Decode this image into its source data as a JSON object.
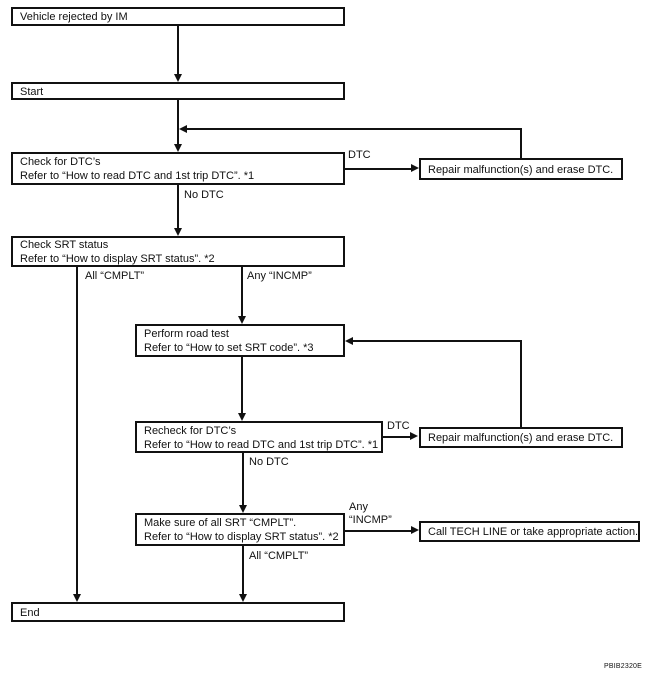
{
  "diagram": {
    "title_code": "PBIB2320E",
    "nodes": {
      "vehicle_rejected": {
        "line1": "Vehicle rejected by IM"
      },
      "start": {
        "line1": "Start"
      },
      "check_dtc": {
        "line1": "Check for DTC’s",
        "line2": "Refer to “How to read DTC and 1st trip DTC”. *1"
      },
      "repair1": {
        "line1": "Repair malfunction(s) and erase DTC."
      },
      "check_srt": {
        "line1": "Check SRT status",
        "line2": "Refer to “How to display SRT status”. *2"
      },
      "road_test": {
        "line1": "Perform road test",
        "line2": "Refer to “How to set SRT code”. *3"
      },
      "recheck_dtc": {
        "line1": "Recheck for DTC’s",
        "line2": "Refer to “How to read DTC and 1st trip DTC”. *1"
      },
      "repair2": {
        "line1": "Repair malfunction(s) and erase DTC."
      },
      "make_sure": {
        "line1": "Make sure of all SRT “CMPLT”.",
        "line2": "Refer to “How to display SRT status”. *2"
      },
      "call_tech": {
        "line1": "Call TECH LINE or take appropriate action."
      },
      "end": {
        "line1": "End"
      }
    },
    "labels": {
      "dtc1": "DTC",
      "no_dtc1": "No DTC",
      "all_cmplt1": "All “CMPLT”",
      "any_incmp1": "Any “INCMP”",
      "dtc2": "DTC",
      "no_dtc2": "No DTC",
      "any2_line1": "Any",
      "any2_line2": "“INCMP”",
      "all_cmplt2": "All “CMPLT”"
    },
    "colors": {
      "line": "#111111",
      "background": "#ffffff"
    }
  }
}
